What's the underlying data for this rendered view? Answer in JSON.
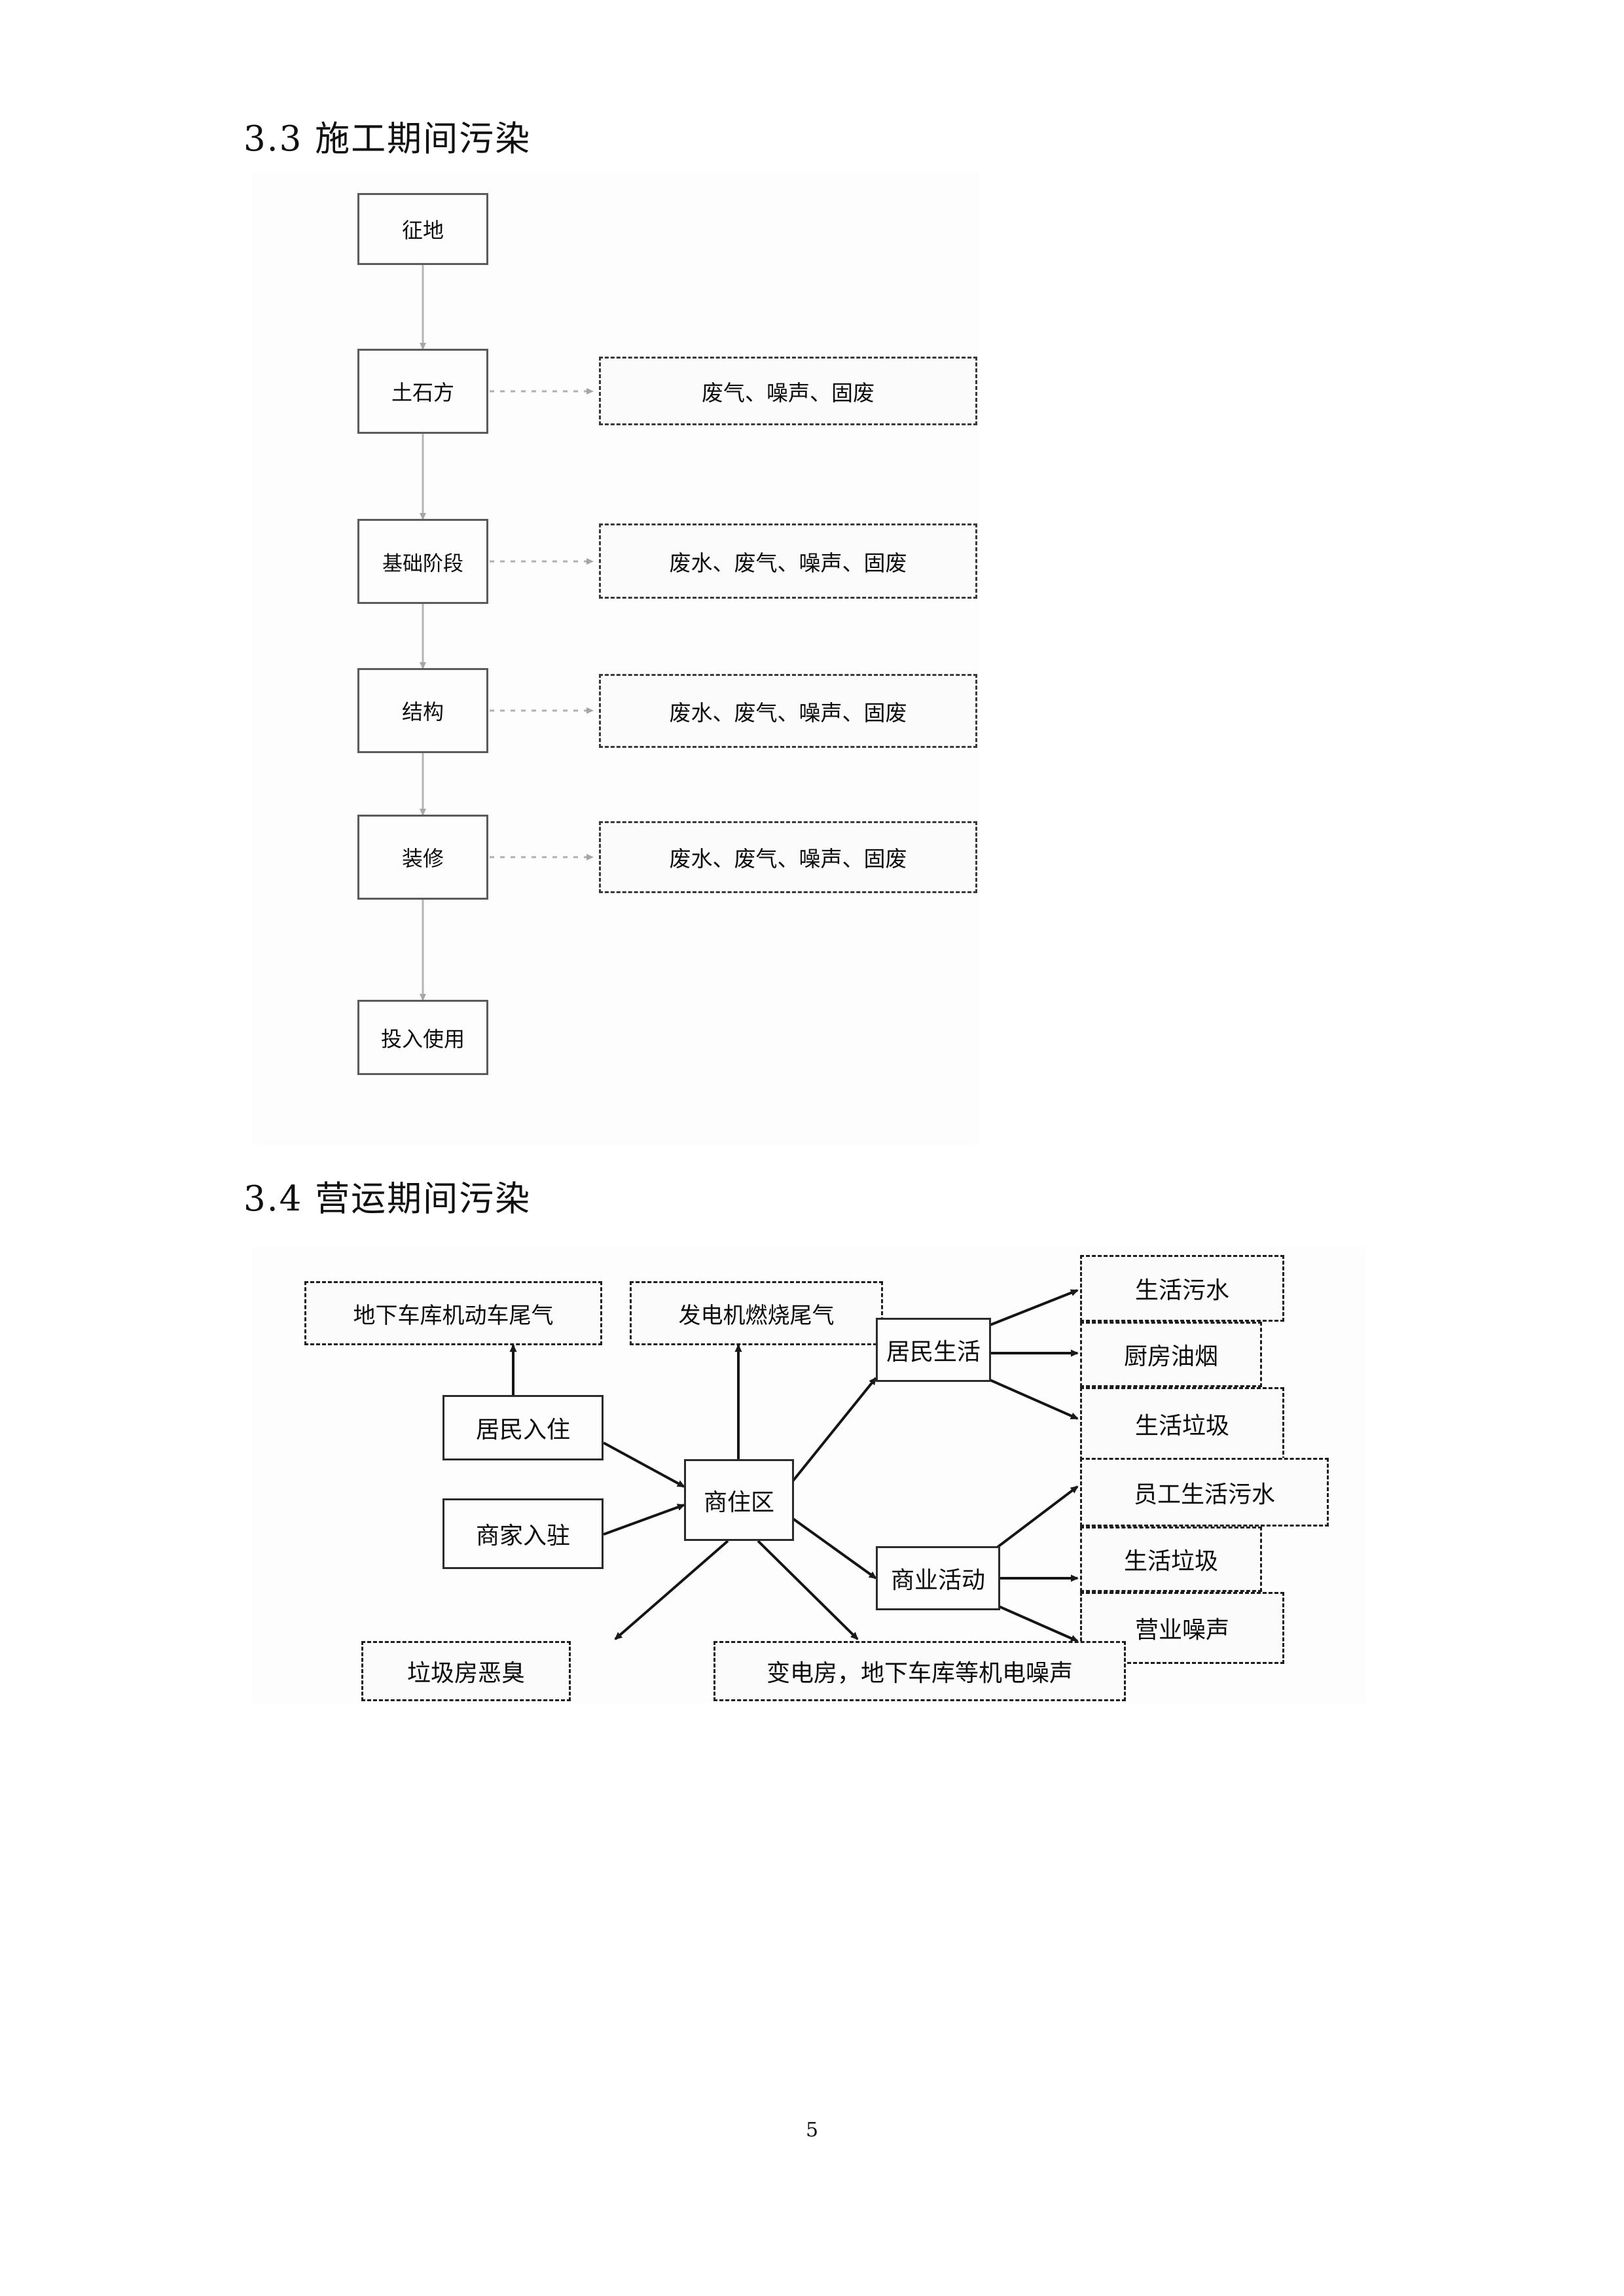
{
  "page": {
    "number": "5"
  },
  "sections": [
    {
      "id": "construction",
      "heading": "3.3 施工期间污染",
      "figure": {
        "type": "flowchart-vertical",
        "stages": [
          {
            "label": "征地",
            "pollutants": null
          },
          {
            "label": "土石方",
            "pollutants": "废气、噪声、固废"
          },
          {
            "label": "基础阶段",
            "pollutants": "废水、废气、噪声、固废"
          },
          {
            "label": "结构",
            "pollutants": "废水、废气、噪声、固废"
          },
          {
            "label": "装修",
            "pollutants": "废水、废气、噪声、固废"
          },
          {
            "label": "投入使用",
            "pollutants": null
          }
        ]
      }
    },
    {
      "id": "operation",
      "heading": "3.4 营运期间污染",
      "figure": {
        "type": "flowchart-network",
        "inputs": [
          {
            "label": "居民入住"
          },
          {
            "label": "商家入驻"
          }
        ],
        "center": {
          "label": "商住区"
        },
        "activities": [
          {
            "label": "居民生活"
          },
          {
            "label": "商业活动"
          }
        ],
        "emissions_top": [
          {
            "label": "地下车库机动车尾气"
          },
          {
            "label": "发电机燃烧尾气"
          }
        ],
        "emissions_residential": [
          {
            "label": "生活污水"
          },
          {
            "label": "厨房油烟"
          },
          {
            "label": "生活垃圾"
          }
        ],
        "emissions_commercial": [
          {
            "label": "员工生活污水"
          },
          {
            "label": "生活垃圾"
          },
          {
            "label": "营业噪声"
          }
        ],
        "emissions_bottom": [
          {
            "label": "垃圾房恶臭"
          },
          {
            "label": "变电房，地下车库等机电噪声"
          }
        ]
      }
    }
  ],
  "colors": {
    "ink": "#0d0d0d",
    "solid_border": "#5b5b5b",
    "dark_border": "#2b2b2b",
    "dashed_border": "#3a3a3a",
    "arrow_light": "#9a9a9a",
    "arrow_dark": "#141414",
    "paper": "#ffffff"
  }
}
